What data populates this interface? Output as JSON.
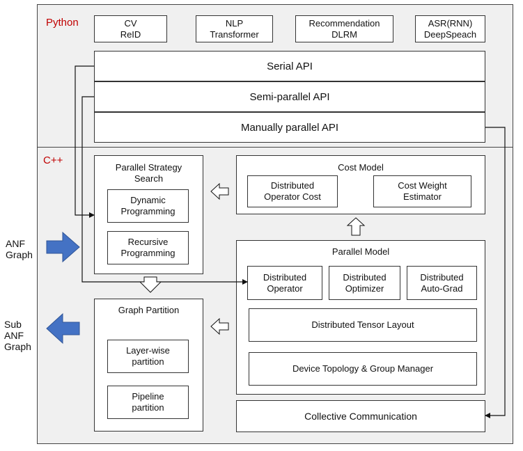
{
  "python": {
    "label": "Python",
    "apps": [
      {
        "line1": "CV",
        "line2": "ReID"
      },
      {
        "line1": "NLP",
        "line2": "Transformer"
      },
      {
        "line1": "Recommendation",
        "line2": "DLRM"
      },
      {
        "line1": "ASR(RNN)",
        "line2": "DeepSpeach"
      }
    ],
    "apis": [
      "Serial API",
      "Semi-parallel API",
      "Manually parallel API"
    ]
  },
  "cpp": {
    "label": "C++",
    "strategy_search": {
      "title_line1": "Parallel Strategy",
      "title_line2": "Search",
      "items": [
        {
          "line1": "Dynamic",
          "line2": "Programming"
        },
        {
          "line1": "Recursive",
          "line2": "Programming"
        }
      ]
    },
    "cost_model": {
      "title": "Cost Model",
      "items": [
        {
          "line1": "Distributed",
          "line2": "Operator Cost"
        },
        {
          "line1": "Cost Weight",
          "line2": "Estimator"
        }
      ]
    },
    "parallel_model": {
      "title": "Parallel Model",
      "items": [
        {
          "line1": "Distributed",
          "line2": "Operator"
        },
        {
          "line1": "Distributed",
          "line2": "Optimizer"
        },
        {
          "line1": "Distributed",
          "line2": "Auto-Grad"
        }
      ],
      "tensor_layout": "Distributed Tensor Layout",
      "device_topology": "Device Topology & Group Manager"
    },
    "graph_partition": {
      "title": "Graph Partition",
      "items": [
        {
          "line1": "Layer-wise",
          "line2": "partition"
        },
        {
          "line1": "Pipeline",
          "line2": "partition"
        }
      ]
    },
    "collective": "Collective Communication"
  },
  "inputs": {
    "anf_line1": "ANF",
    "anf_line2": "Graph"
  },
  "outputs": {
    "line1": "Sub",
    "line2": "ANF",
    "line3": "Graph"
  },
  "colors": {
    "section_label": "#c00000",
    "block_arrow": "#4472c4",
    "background": "#f0f0f0"
  }
}
